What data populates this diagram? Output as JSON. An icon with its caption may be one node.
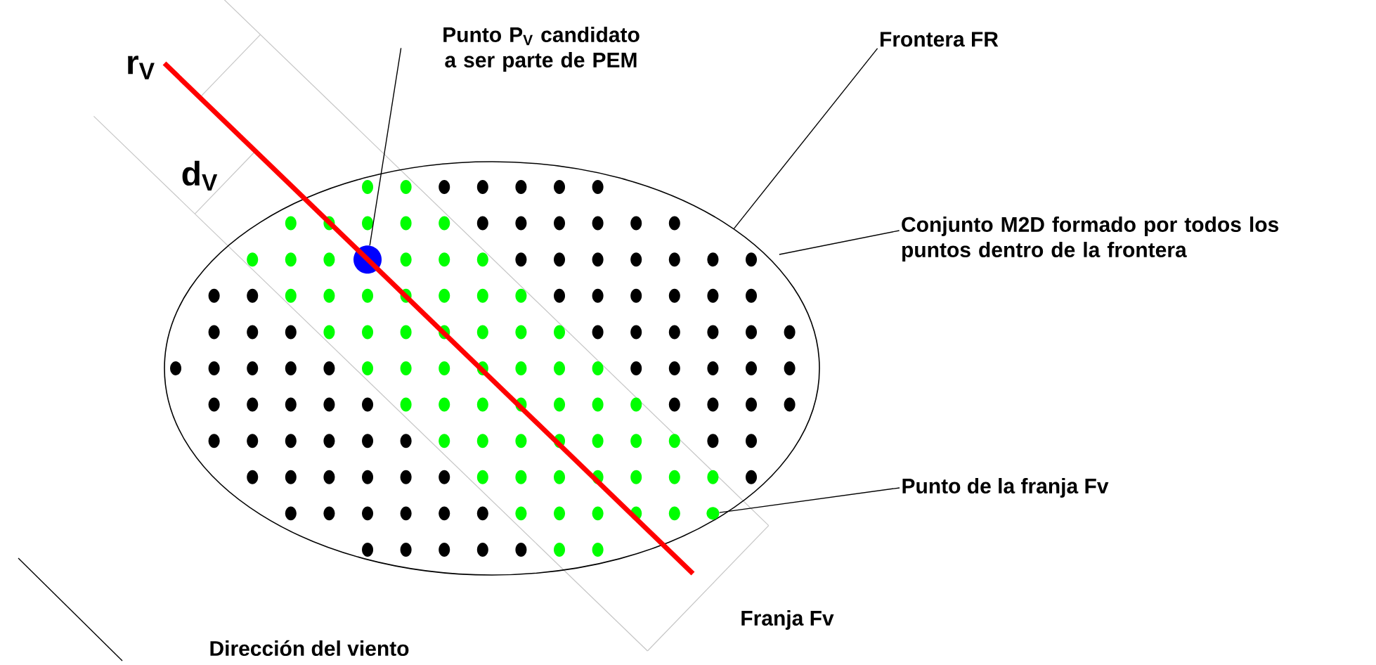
{
  "diagram": {
    "nodes": [
      {
        "text": [
          "Punto P$_{V}$ candidato a ser parte de PEM"
        ]
      },
      {
        "text": [
          "Frontera FR"
        ]
      },
      {
        "text": [
          "Conjunto M2D formado por todos los puntos dentro de la frontera"
        ]
      },
      {
        "text": [],
        "shape": "ellipse"
      },
      {
        "text": [],
        "shape": "circle",
        "in": 3
      },
      {
        "text": [
          "Punto de la franja Fv"
        ]
      },
      {
        "text": [],
        "shape": "circle",
        "in": 3
      }
    ],
    "edges": [
      {
        "from": 0,
        "to": 4,
        "arrow": "none"
      },
      {
        "from": 1,
        "to": 3,
        "arrow": "none"
      },
      {
        "from": 2,
        "to": 3,
        "arrow": "none"
      },
      {
        "from": 5,
        "to": 6,
        "arrow": "none"
      }
    ],
    "labels": [
      "r$_{V}$",
      "d$_{V}$",
      "Franja Fv",
      "Dirección del viento"
    ]
  }
}
